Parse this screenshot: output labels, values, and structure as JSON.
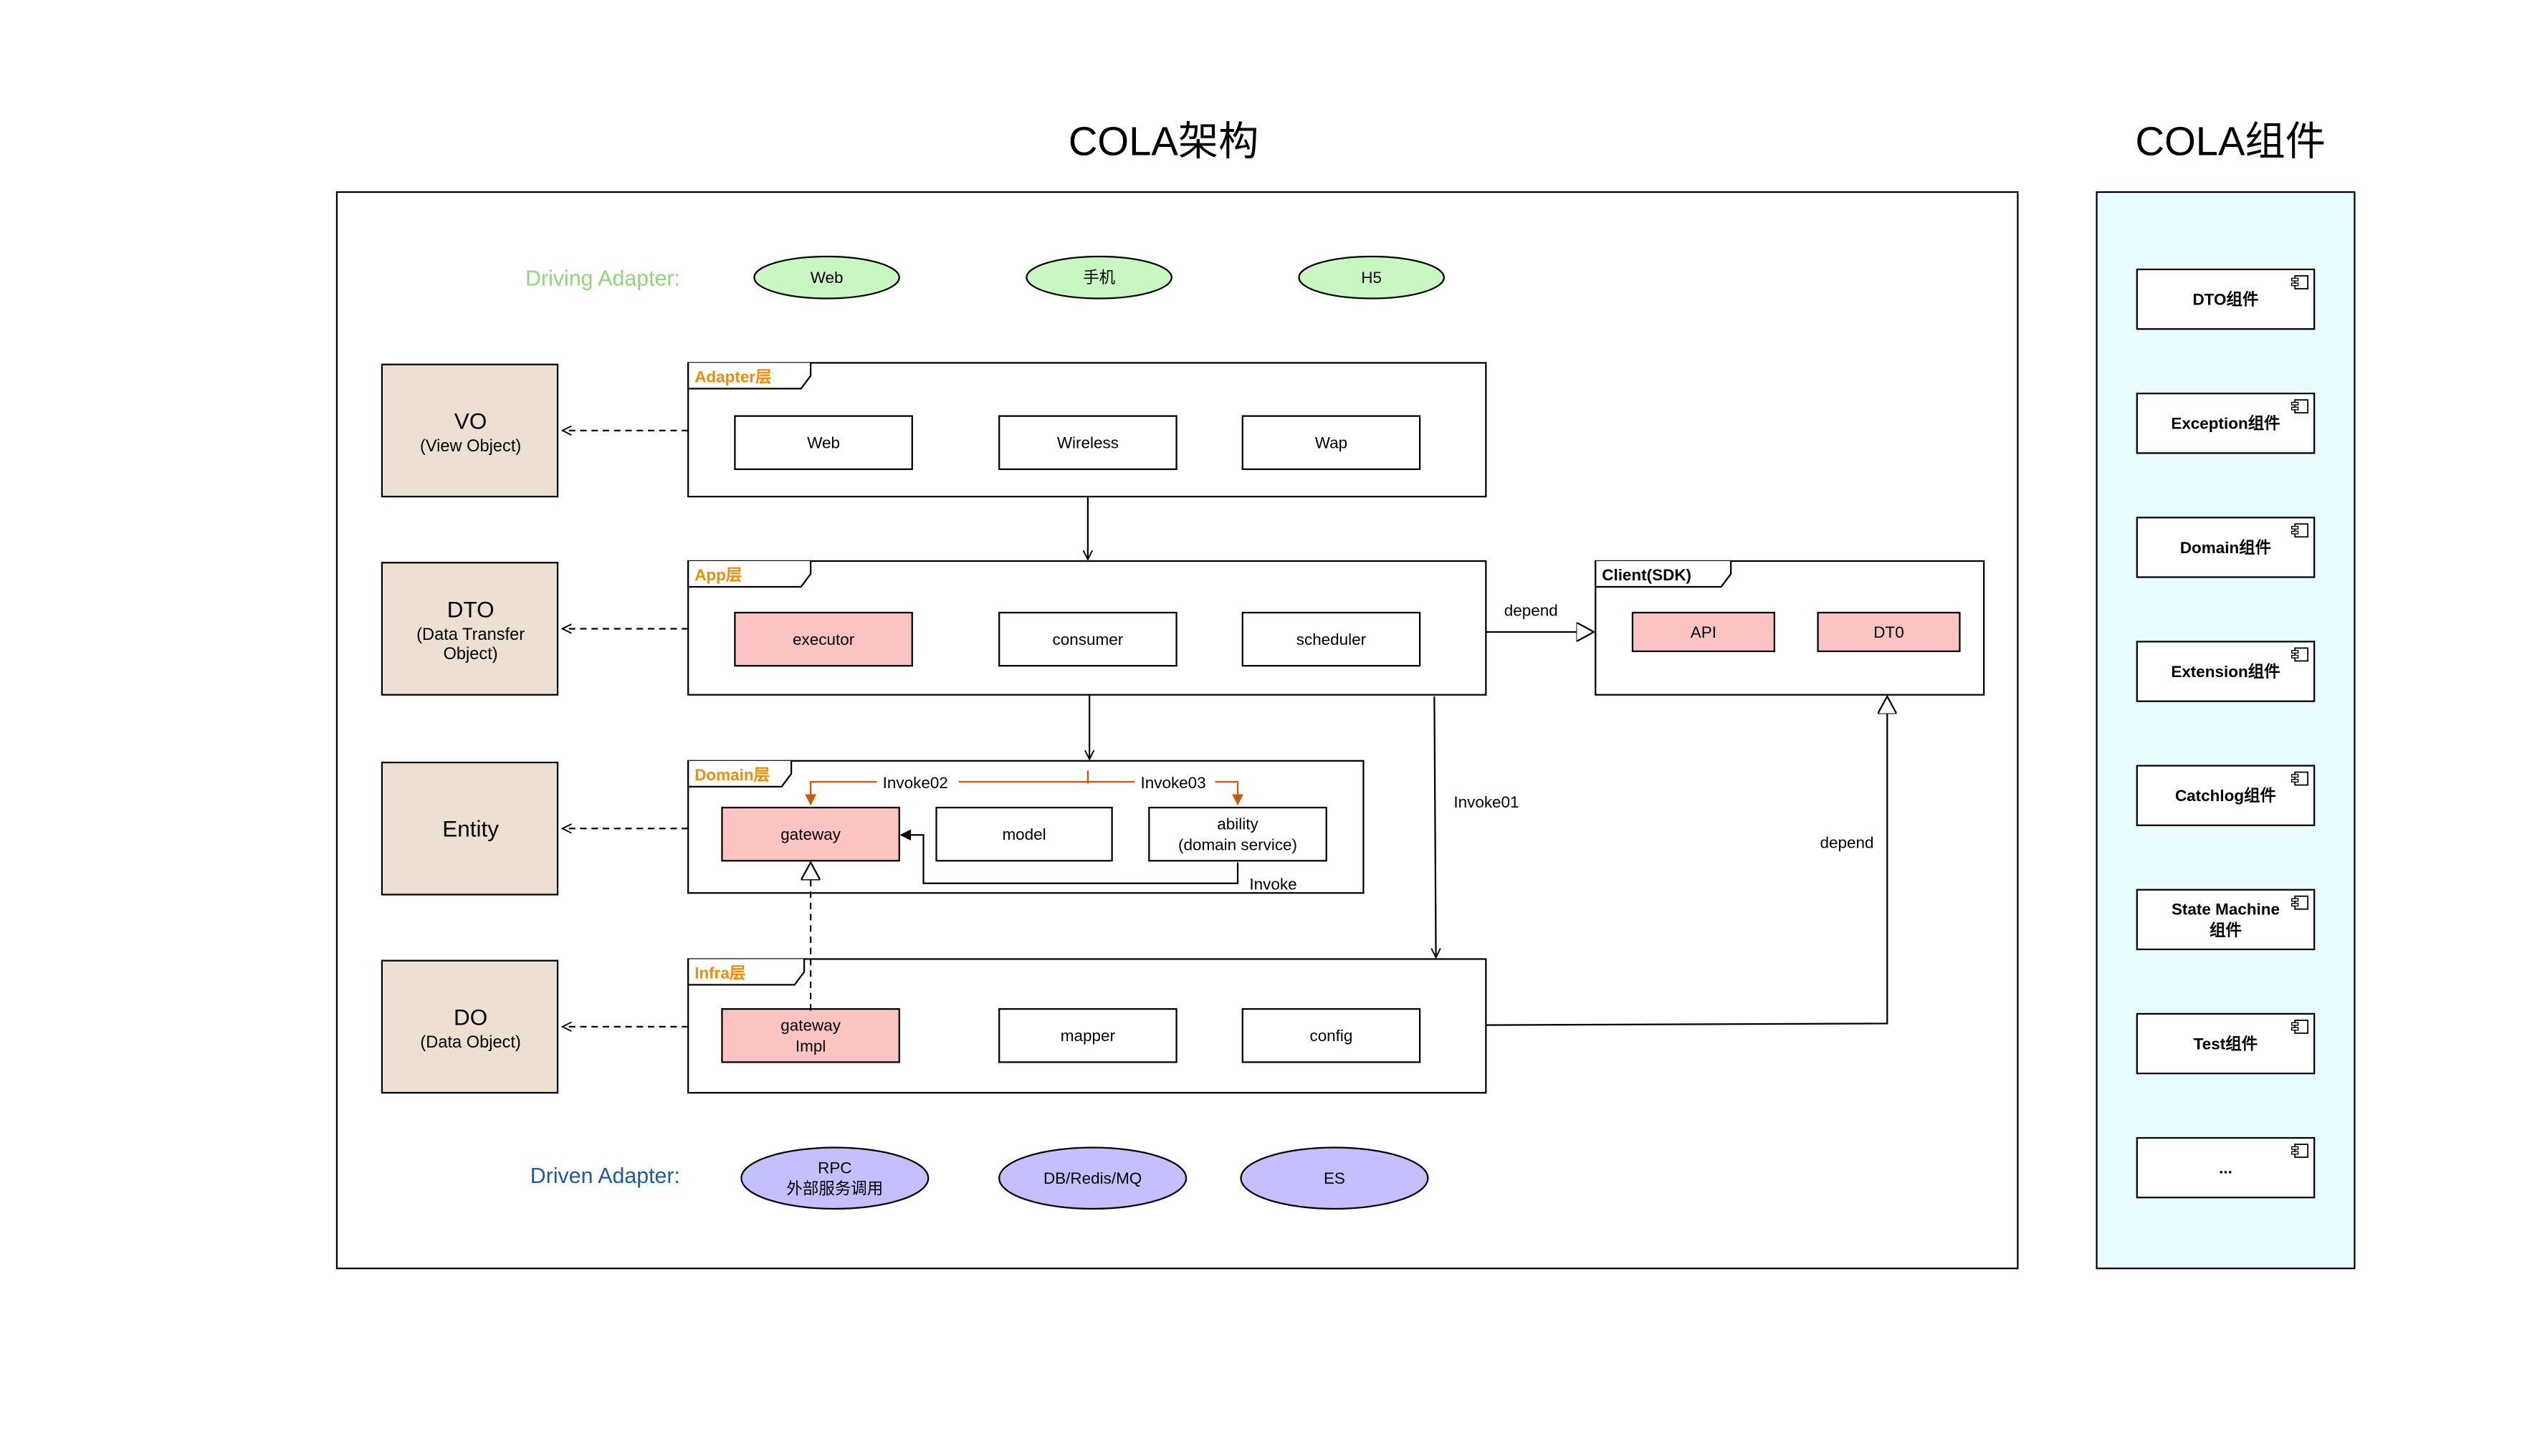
{
  "titles": {
    "main": "COLA架构",
    "components": "COLA组件"
  },
  "driving": {
    "label": "Driving Adapter:",
    "color": "#93d27e",
    "items": [
      "Web",
      "手机",
      "H5"
    ],
    "fill": "#c9f7c1"
  },
  "driven": {
    "label": "Driven Adapter:",
    "color": "#1f5b9a",
    "items": [
      [
        "RPC",
        "外部服务调用"
      ],
      [
        "DB/Redis/MQ"
      ],
      [
        "ES"
      ]
    ],
    "fill": "#c4c0ff"
  },
  "side_objects": [
    [
      "VO",
      "(View Object)"
    ],
    [
      "DTO",
      "(Data Transfer",
      "Object)"
    ],
    [
      "Entity"
    ],
    [
      "DO",
      "(Data  Object)"
    ]
  ],
  "layers": {
    "adapter": {
      "tab": "Adapter层",
      "items": [
        "Web",
        "Wireless",
        "Wap"
      ]
    },
    "app": {
      "tab": "App层",
      "items": [
        "executor",
        "consumer",
        "scheduler"
      ]
    },
    "domain": {
      "tab": "Domain层",
      "items": [
        [
          "gateway"
        ],
        [
          "model"
        ],
        [
          "ability",
          "(domain service)"
        ]
      ]
    },
    "infra": {
      "tab": "Infra层",
      "items": [
        [
          "gateway",
          "Impl"
        ],
        [
          "mapper"
        ],
        [
          "config"
        ]
      ]
    },
    "client": {
      "tab": "Client(SDK)",
      "items": [
        "API",
        "DT0"
      ]
    }
  },
  "edge_labels": {
    "depend_app_client": "depend",
    "invoke01": "Invoke01",
    "depend_infra_client": "depend",
    "invoke02": "Invoke02",
    "invoke03": "Invoke03",
    "invoke": "Invoke"
  },
  "components": [
    "DTO组件",
    "Exception组件",
    "Domain组件",
    "Extension组件",
    "Catchlog组件",
    [
      "State Machine",
      "组件"
    ],
    "Test组件",
    "..."
  ],
  "colors": {
    "tab_text": "#f08c00",
    "highlight": "#fcc3c3",
    "side_fill": "#ede0d3",
    "component_panel": "#e8fbff",
    "invoke_arrow": "#c85a0a"
  }
}
